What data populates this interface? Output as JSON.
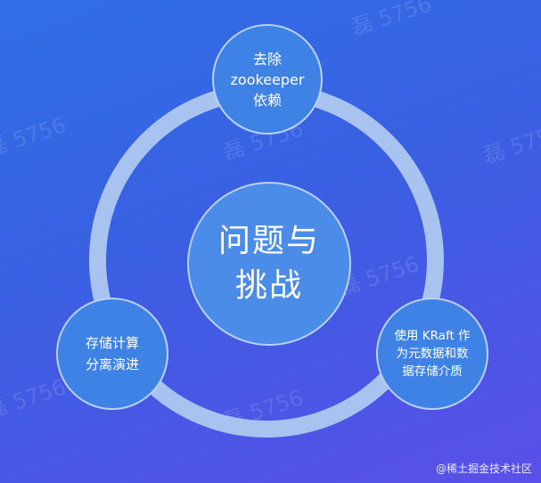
{
  "diagram": {
    "center": {
      "lines": [
        "问题与",
        "挑战"
      ]
    },
    "nodes": {
      "top": {
        "lines": [
          "去除",
          "zookeeper",
          "依赖"
        ]
      },
      "left": {
        "lines": [
          "存储计算",
          "分离演进"
        ]
      },
      "right": {
        "lines": [
          "使用 KRaft 作",
          "为元数据和数",
          "据存储介质"
        ]
      }
    }
  },
  "watermark": {
    "text": "磊 5756"
  },
  "credit": {
    "text": "@稀土掘金技术社区"
  },
  "colors": {
    "background_top": "#2f6fe6",
    "background_bottom": "#5a4fe8",
    "ring": "#a9c3f1",
    "node_fill": "#3f82e6",
    "text": "#ffffff"
  }
}
